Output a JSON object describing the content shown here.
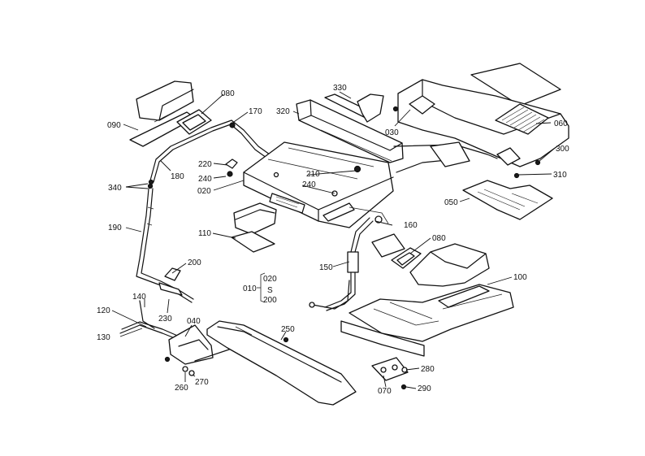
{
  "labels": {
    "p010": "010",
    "p020": "020",
    "p020b": "020",
    "p030": "030",
    "p040": "040",
    "p050": "050",
    "p060": "060",
    "p070": "070",
    "p080a": "080",
    "p080b": "080",
    "p090": "090",
    "p100": "100",
    "p110": "110",
    "p120": "120",
    "p130": "130",
    "p140": "140",
    "p150": "150",
    "p160": "160",
    "p170": "170",
    "p180": "180",
    "p190": "190",
    "p200": "200",
    "p200b": "200",
    "p210": "210",
    "p220": "220",
    "p230": "230",
    "p240a": "240",
    "p240b": "240",
    "p250": "250",
    "p260": "260",
    "p270": "270",
    "p280": "280",
    "p290": "290",
    "p300": "300",
    "p310": "310",
    "p320": "320",
    "p330": "330",
    "p340": "340",
    "range_sep": "S"
  }
}
